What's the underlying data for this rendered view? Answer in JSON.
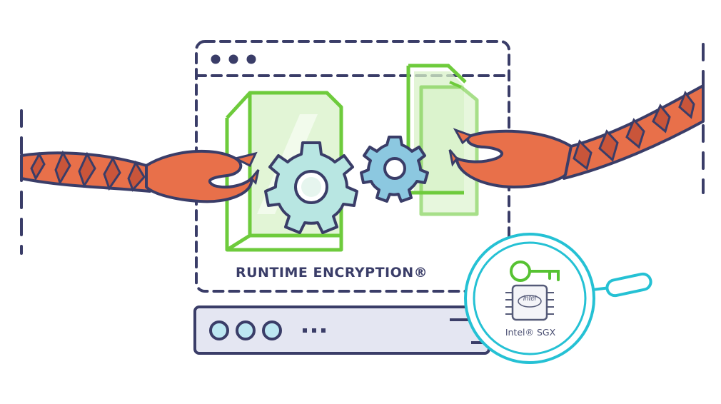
{
  "diagram": {
    "caption": "RUNTIME ENCRYPTION®",
    "chip_brand": "intel",
    "magnifier_label": "Intel® SGX"
  },
  "colors": {
    "outline": "#3a3d68",
    "crab": "#e8704a",
    "crab_dark": "#c9553a",
    "doc_green": "#6ecb3c",
    "doc_fill": "#d8f2c8",
    "gear_light": "#b8e6e2",
    "gear_blue": "#8cc8e0",
    "lens": "#25c1d4",
    "key": "#56c232",
    "server_fill": "#e4e6f2",
    "dot_fill": "#bde7f2"
  },
  "icons": [
    "browser-window",
    "document-icon",
    "gear-icon",
    "crab-claw",
    "magnifier-icon",
    "key-icon",
    "chip-icon",
    "server-bar"
  ]
}
